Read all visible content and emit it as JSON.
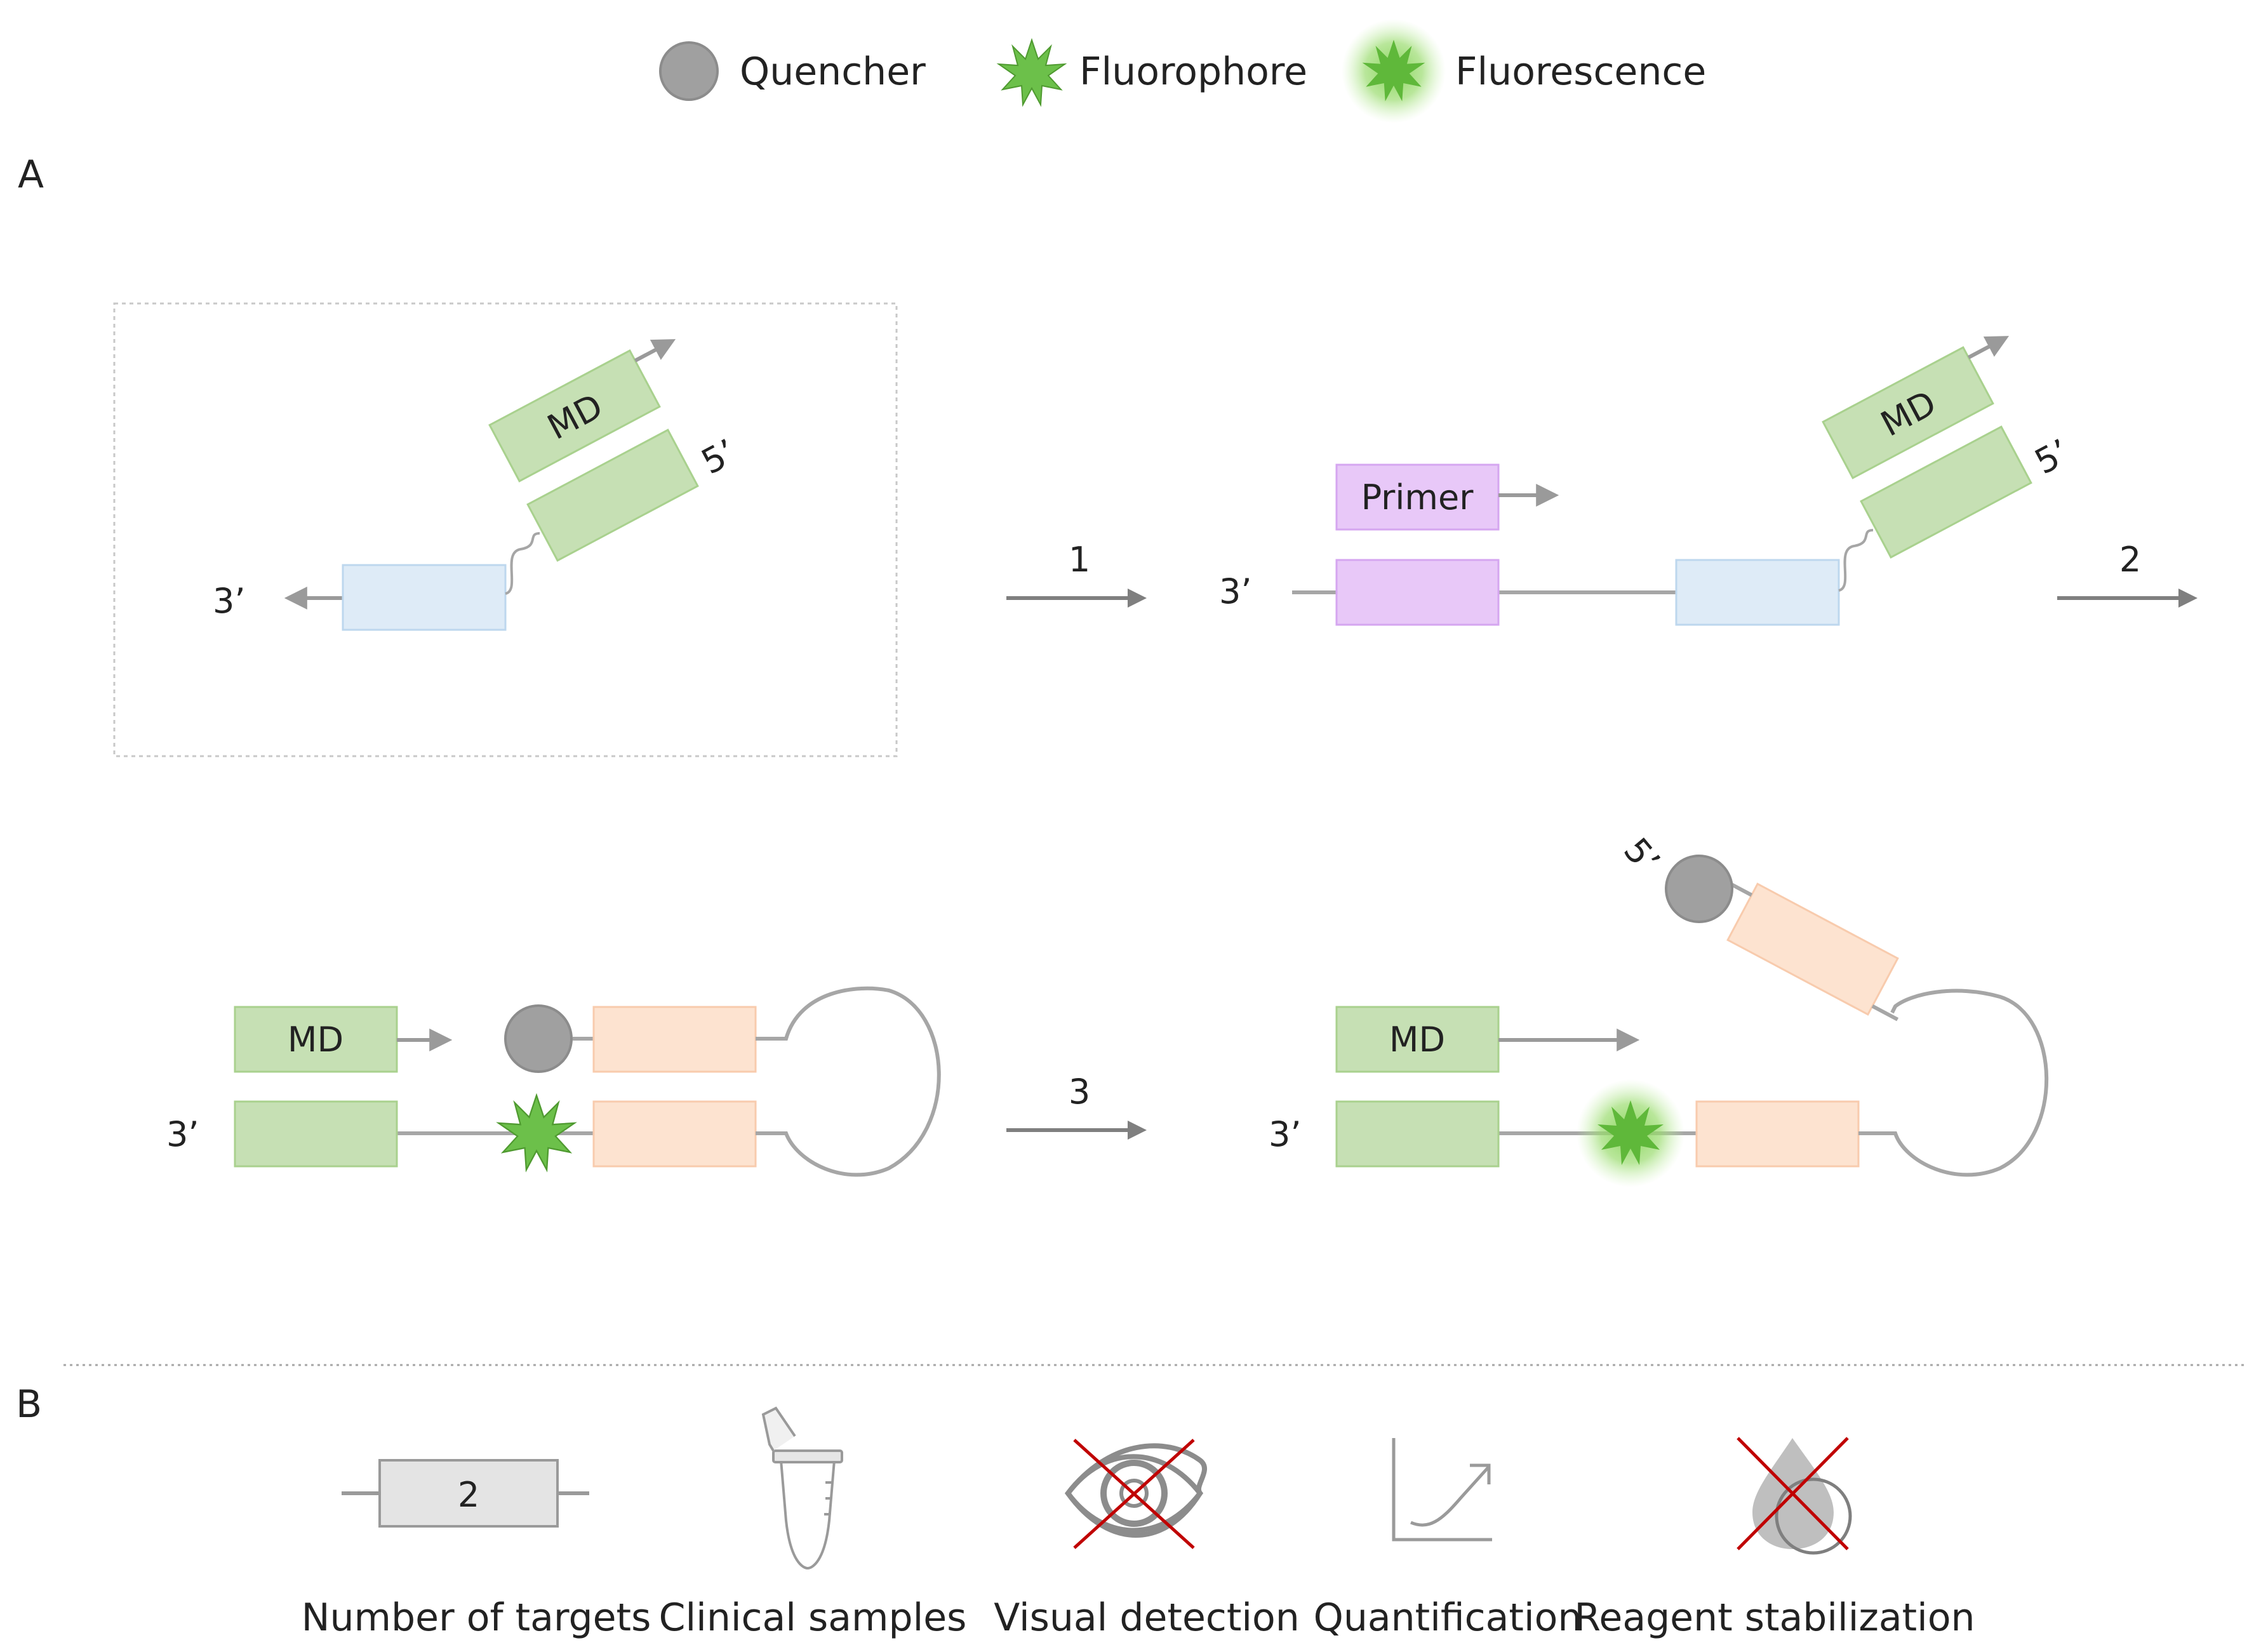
{
  "legend": {
    "quencher": "Quencher",
    "fluorophore": "Fluorophore",
    "fluorescence": "Fluorescence"
  },
  "panel_a": {
    "label": "A",
    "md": "MD",
    "primer": "Primer",
    "three_prime": "3’",
    "five_prime": "5’",
    "step1": "1",
    "step2": "2",
    "step3": "3"
  },
  "panel_b": {
    "label": "B",
    "targets_value": "2",
    "features": [
      {
        "label": "Number of targets",
        "icon": "target-count-icon"
      },
      {
        "label": "Clinical samples",
        "icon": "tube-icon"
      },
      {
        "label": "Visual detection",
        "icon": "eye-crossed-icon"
      },
      {
        "label": "Quantification",
        "icon": "curve-chart-icon"
      },
      {
        "label": "Reagent stabilization",
        "icon": "drop-crossed-icon"
      }
    ]
  },
  "colors": {
    "green": "#c6e0b4",
    "green_border": "#a9d18e",
    "blue": "#deebf7",
    "blue_border": "#bdd7ee",
    "purple": "#e8c8f8",
    "purple_border": "#d5a6f0",
    "peach": "#fde3d0",
    "peach_border": "#f8cbad",
    "gray": "#a6a6a6",
    "quencher": "#a0a0a0",
    "fluorophore": "#6cc04a",
    "cross": "#c00000"
  }
}
